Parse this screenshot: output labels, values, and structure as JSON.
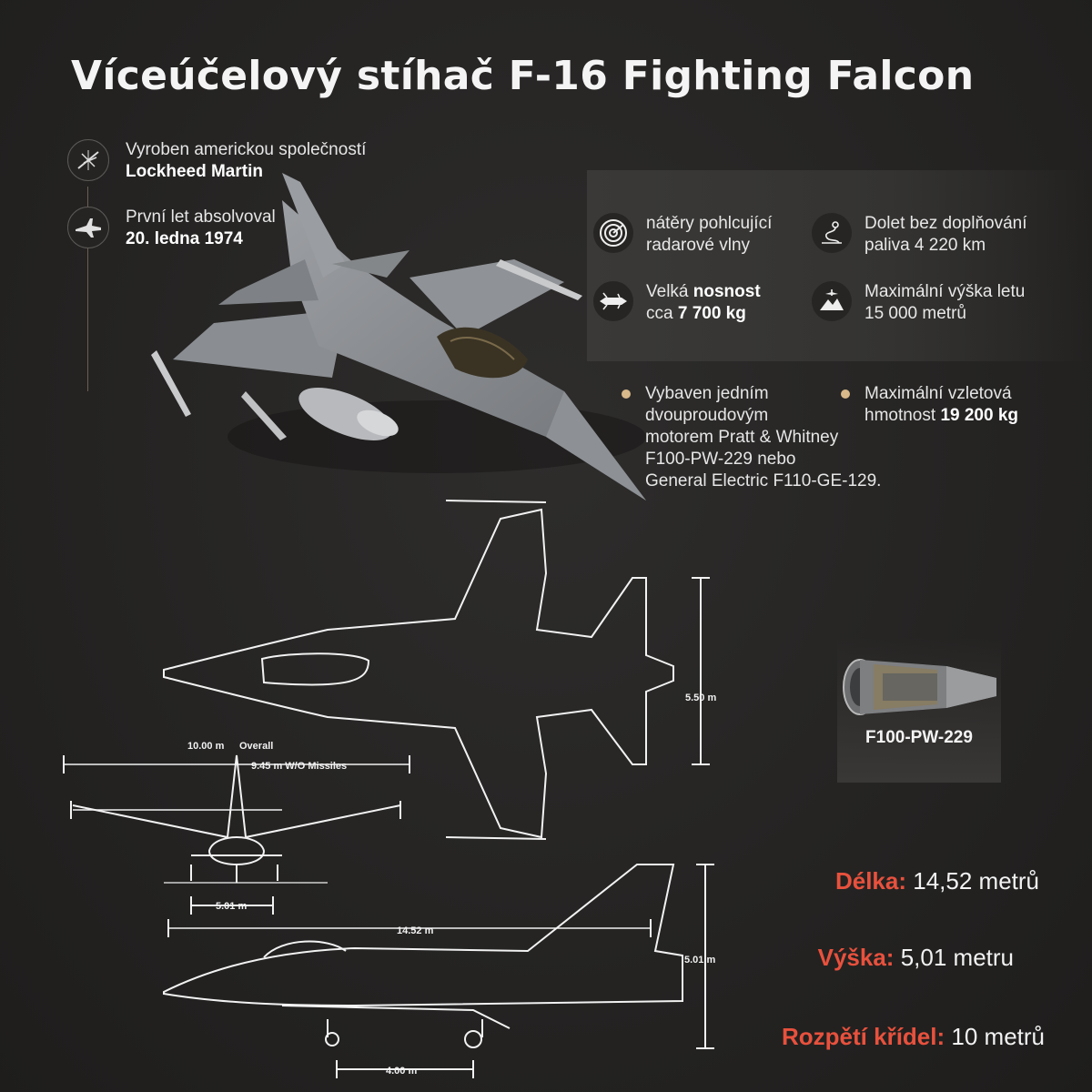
{
  "title": "Víceúčelový stíhač F-16 Fighting Falcon",
  "facts": [
    {
      "icon": "lockheed-logo-icon",
      "line1": "Vyroben americkou společností",
      "line2": "Lockheed Martin"
    },
    {
      "icon": "jet-icon",
      "line1": "První let absolvoval",
      "line2": "20. ledna 1974"
    }
  ],
  "specs": {
    "stealth": {
      "icon": "radar-target-icon",
      "line1": "nátěry pohlcující",
      "line2": "radarové vlny"
    },
    "range": {
      "icon": "route-icon",
      "line1": "Dolet bez doplňování",
      "line2": "paliva 4 220 km"
    },
    "payload": {
      "icon": "missile-icon",
      "pre": "Velká ",
      "bold1": "nosnost",
      "pre2": "cca ",
      "bold2": "7 700 kg"
    },
    "altitude": {
      "icon": "altitude-icon",
      "line1": "Maximální výška letu",
      "line2": "15 000 metrů"
    }
  },
  "bullets": {
    "engine": [
      "Vybaven jedním",
      "dvouproudovým",
      "motorem Pratt & Whitney",
      "F100-PW-229 nebo",
      "General Electric F110-GE-129."
    ],
    "weight": {
      "line1": "Maximální vzletová",
      "pre": "hmotnost ",
      "bold": "19 200 kg"
    }
  },
  "engine_label": "F100-PW-229",
  "blueprint_labels": {
    "top_width": "5.50 m",
    "overall": "10.00 m",
    "overall_word": "Overall",
    "wo_missiles": "9.45 m W/O Missiles",
    "track": "5.01 m",
    "length": "14.52 m",
    "height": "5.01 m",
    "wheelbase": "4.00 m"
  },
  "dimensions": [
    {
      "key": "Délka:",
      "value": "14,52 metrů"
    },
    {
      "key": "Výška:",
      "value": "5,01 metru"
    },
    {
      "key": "Rozpětí křídel:",
      "value": "10 metrů"
    }
  ],
  "colors": {
    "accent": "#e8513d",
    "bullet": "#d8b98a",
    "background": "#242322"
  }
}
